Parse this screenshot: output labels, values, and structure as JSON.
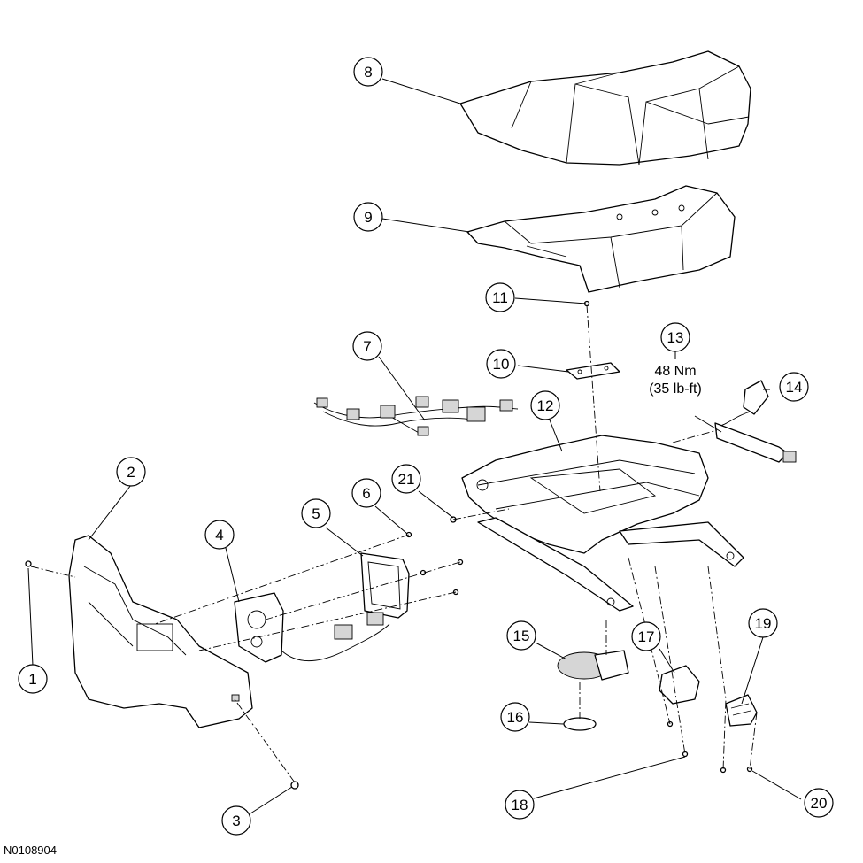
{
  "figure_id": "N0108904",
  "torque_spec": {
    "metric": "48 Nm",
    "imperial": "(35 lb-ft)"
  },
  "callouts": [
    {
      "label": "1"
    },
    {
      "label": "2"
    },
    {
      "label": "3"
    },
    {
      "label": "4"
    },
    {
      "label": "5"
    },
    {
      "label": "6"
    },
    {
      "label": "7"
    },
    {
      "label": "8"
    },
    {
      "label": "9"
    },
    {
      "label": "10"
    },
    {
      "label": "11"
    },
    {
      "label": "12"
    },
    {
      "label": "13"
    },
    {
      "label": "14"
    },
    {
      "label": "15"
    },
    {
      "label": "16"
    },
    {
      "label": "17"
    },
    {
      "label": "18"
    },
    {
      "label": "19"
    },
    {
      "label": "20"
    },
    {
      "label": "21"
    }
  ]
}
